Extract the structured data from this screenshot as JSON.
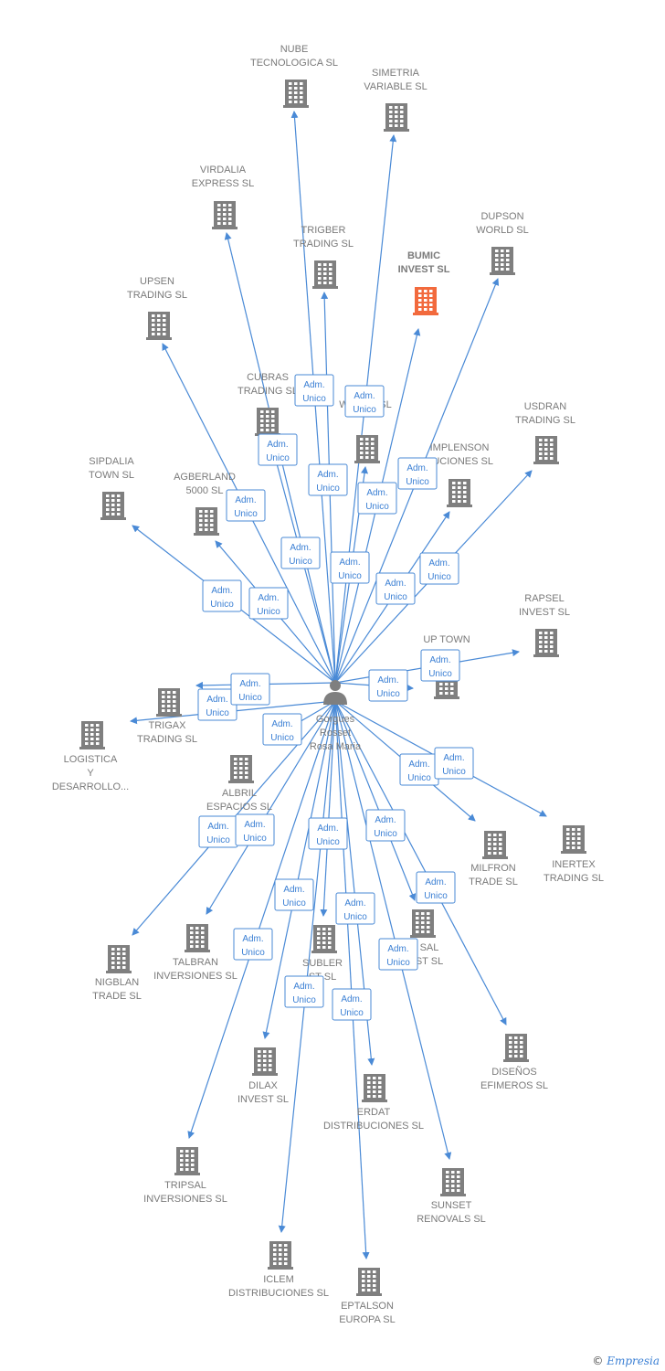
{
  "colors": {
    "edge": "#4a8ad6",
    "building": "#7f7f7f",
    "highlight": "#f26a3d",
    "role_text": "#3a7fd4",
    "label": "#7a7a7a"
  },
  "person": {
    "name_lines": [
      "Gorgues",
      "Rosset",
      "Rosa Maria"
    ],
    "icon": "person-icon"
  },
  "role_label_lines": [
    "Adm.",
    "Unico"
  ],
  "companies": [
    {
      "id": "nube",
      "lines": [
        "NUBE",
        "TECNOLOGICA SL"
      ]
    },
    {
      "id": "simetria",
      "lines": [
        "SIMETRIA",
        "VARIABLE SL"
      ]
    },
    {
      "id": "virdalia",
      "lines": [
        "VIRDALIA",
        "EXPRESS SL"
      ]
    },
    {
      "id": "trigber",
      "lines": [
        "TRIGBER",
        "TRADING SL"
      ]
    },
    {
      "id": "dupson",
      "lines": [
        "DUPSON",
        "WORLD SL"
      ]
    },
    {
      "id": "bumic",
      "lines": [
        "BUMIC",
        "INVEST  SL"
      ],
      "highlight": true
    },
    {
      "id": "upsen",
      "lines": [
        "UPSEN",
        "TRADING SL"
      ]
    },
    {
      "id": "cubras",
      "lines": [
        "CUBRAS",
        "TRADING SL"
      ]
    },
    {
      "id": "world",
      "lines": [
        "&",
        "WORLD SL"
      ]
    },
    {
      "id": "usdran",
      "lines": [
        "USDRAN",
        "TRADING SL"
      ]
    },
    {
      "id": "implenson",
      "lines": [
        "IMPLENSON",
        "BUCIONES SL"
      ]
    },
    {
      "id": "sipdalia",
      "lines": [
        "SIPDALIA",
        "TOWN SL"
      ]
    },
    {
      "id": "agberland",
      "lines": [
        "AGBERLAND",
        "5000 SL"
      ]
    },
    {
      "id": "rapsel",
      "lines": [
        "RAPSEL",
        "INVEST SL"
      ]
    },
    {
      "id": "uptown",
      "lines": [
        "UP TOWN",
        "C          SL"
      ]
    },
    {
      "id": "trigax",
      "lines": [
        "TRIGAX",
        "TRADING SL"
      ]
    },
    {
      "id": "logistica",
      "lines": [
        "LOGISTICA",
        "Y",
        "DESARROLLO..."
      ]
    },
    {
      "id": "albril",
      "lines": [
        "ALBRIL",
        "ESPACIOS SL"
      ]
    },
    {
      "id": "milfron",
      "lines": [
        "MILFRON",
        "TRADE SL"
      ]
    },
    {
      "id": "inertex",
      "lines": [
        "INERTEX",
        "TRADING SL"
      ]
    },
    {
      "id": "nigblan",
      "lines": [
        "NIGBLAN",
        "TRADE SL"
      ]
    },
    {
      "id": "talbran",
      "lines": [
        "TALBRAN",
        "INVERSIONES SL"
      ]
    },
    {
      "id": "subler",
      "lines": [
        "SUBLER",
        "ST SL"
      ]
    },
    {
      "id": "sal",
      "lines": [
        "SAL",
        "ST SL"
      ]
    },
    {
      "id": "dilax",
      "lines": [
        "DILAX",
        "INVEST SL"
      ]
    },
    {
      "id": "erdat",
      "lines": [
        "ERDAT",
        "DISTRIBUCIONES SL"
      ]
    },
    {
      "id": "disenos",
      "lines": [
        "DISEÑOS",
        "EFIMEROS SL"
      ]
    },
    {
      "id": "tripsal",
      "lines": [
        "TRIPSAL",
        "INVERSIONES SL"
      ]
    },
    {
      "id": "sunset",
      "lines": [
        "SUNSET",
        "RENOVALS SL"
      ]
    },
    {
      "id": "iclem",
      "lines": [
        "ICLEM",
        "DISTRIBUCIONES SL"
      ]
    },
    {
      "id": "eptalson",
      "lines": [
        "EPTALSON",
        "EUROPA SL"
      ]
    }
  ],
  "footer": {
    "symbol": "©",
    "brand": "Empresia"
  }
}
